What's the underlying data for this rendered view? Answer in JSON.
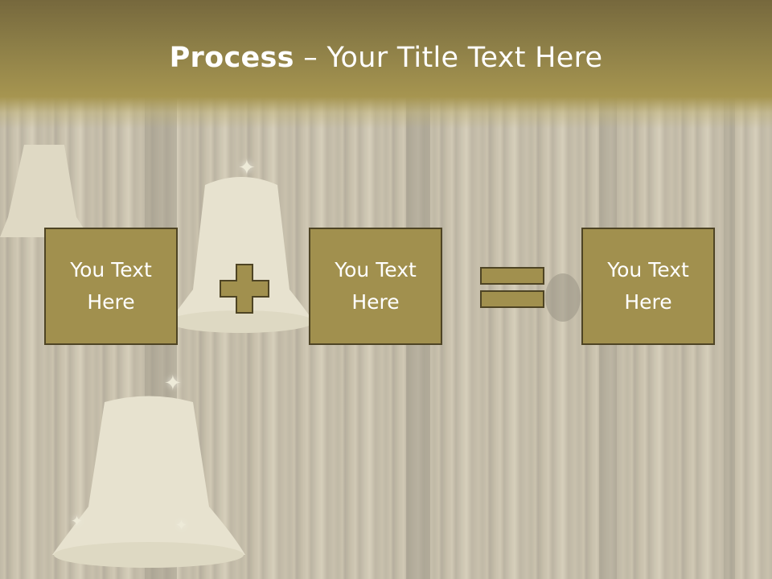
{
  "title": {
    "bold": "Process",
    "separator": " – ",
    "rest": "Your Title Text Here"
  },
  "boxes": [
    {
      "text": "You Text\nHere"
    },
    {
      "text": "You Text\nHere"
    },
    {
      "text": "You Text\nHere"
    }
  ],
  "operators": [
    "plus-icon",
    "equals-icon"
  ],
  "colors": {
    "header": "#8c7e47",
    "box_fill": "#a1904e",
    "box_border": "#4e4424",
    "text": "#ffffff"
  }
}
